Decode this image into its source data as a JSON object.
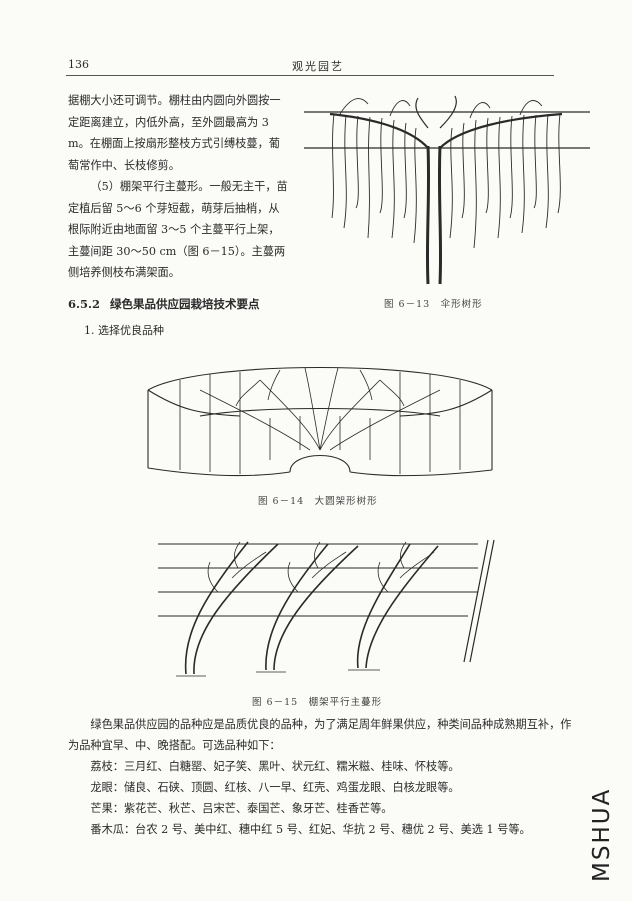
{
  "header": {
    "page_number": "136",
    "running_title": "观光园艺"
  },
  "left_column": {
    "para1": "据棚大小还可调节。棚柱由内圆向外圆按一定距离建立，内低外高，至外圆最高为 3 m。在棚面上按扇形整枝方式引缚枝蔓，葡萄常作中、长枝修剪。",
    "para2": "（5）棚架平行主蔓形。一般无主干，苗定植后留 5～6 个芽短截，萌芽后抽梢，从根际附近由地面留 3～5 个主蔓平行上架，主蔓间距 30～50 cm（图 6－15）。主蔓两侧培养侧枝布满架面。"
  },
  "section": {
    "number": "6.5.2",
    "title": "绿色果品供应园栽培技术要点",
    "subsection": "1. 选择优良品种"
  },
  "figures": {
    "fig13_caption": "图 6－13　伞形树形",
    "fig14_caption": "图 6－14　大圆架形树形",
    "fig15_caption": "图 6－15　棚架平行主蔓形"
  },
  "body": {
    "intro": "绿色果品供应园的品种应是品质优良的品种，为了满足周年鲜果供应，种类间品种成熟期互补，作为品种宜早、中、晚搭配。可选品种如下：",
    "lychee": "荔枝：三月红、白糖罂、妃子笑、黑叶、状元红、糯米糍、桂味、怀枝等。",
    "longan": "龙眼：储良、石硖、顶圆、红核、八一早、红壳、鸡蛋龙眼、白核龙眼等。",
    "mango": "芒果：紫花芒、秋芒、吕宋芒、泰国芒、象牙芒、桂香芒等。",
    "papaya": "番木瓜：台农 2 号、美中红、穗中红 5 号、红妃、华抗 2 号、穗优 2 号、美选 1 号等。"
  },
  "watermark": "MSHUA"
}
